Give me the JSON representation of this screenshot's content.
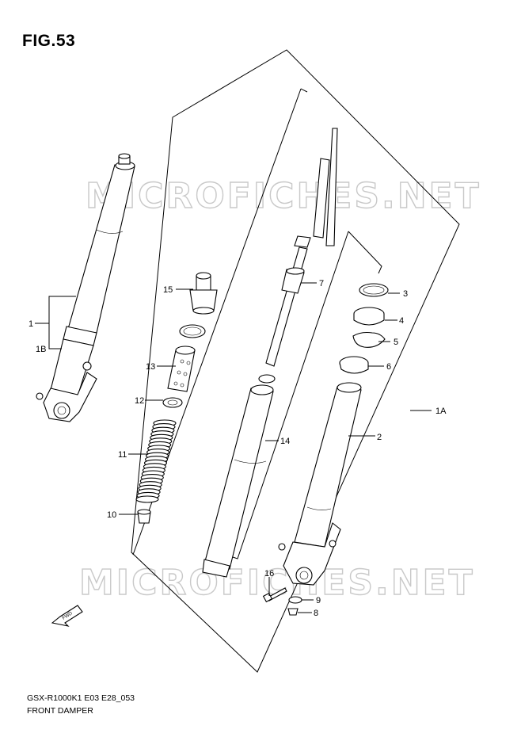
{
  "figure": {
    "title": "FIG.53",
    "code": "GSX-R1000K1 E03 E28_053",
    "description": "FRONT DAMPER"
  },
  "watermark": "MICROFICHES.NET",
  "fwd_label": "FWD",
  "callouts": [
    {
      "id": "c1",
      "label": "1"
    },
    {
      "id": "c1b",
      "label": "1B"
    },
    {
      "id": "c1a",
      "label": "1A"
    },
    {
      "id": "c2",
      "label": "2"
    },
    {
      "id": "c3",
      "label": "3"
    },
    {
      "id": "c4",
      "label": "4"
    },
    {
      "id": "c5",
      "label": "5"
    },
    {
      "id": "c6",
      "label": "6"
    },
    {
      "id": "c7",
      "label": "7"
    },
    {
      "id": "c8",
      "label": "8"
    },
    {
      "id": "c9",
      "label": "9"
    },
    {
      "id": "c10",
      "label": "10"
    },
    {
      "id": "c11",
      "label": "11"
    },
    {
      "id": "c12",
      "label": "12"
    },
    {
      "id": "c13",
      "label": "13"
    },
    {
      "id": "c14",
      "label": "14"
    },
    {
      "id": "c15",
      "label": "15"
    },
    {
      "id": "c16",
      "label": "16"
    }
  ]
}
